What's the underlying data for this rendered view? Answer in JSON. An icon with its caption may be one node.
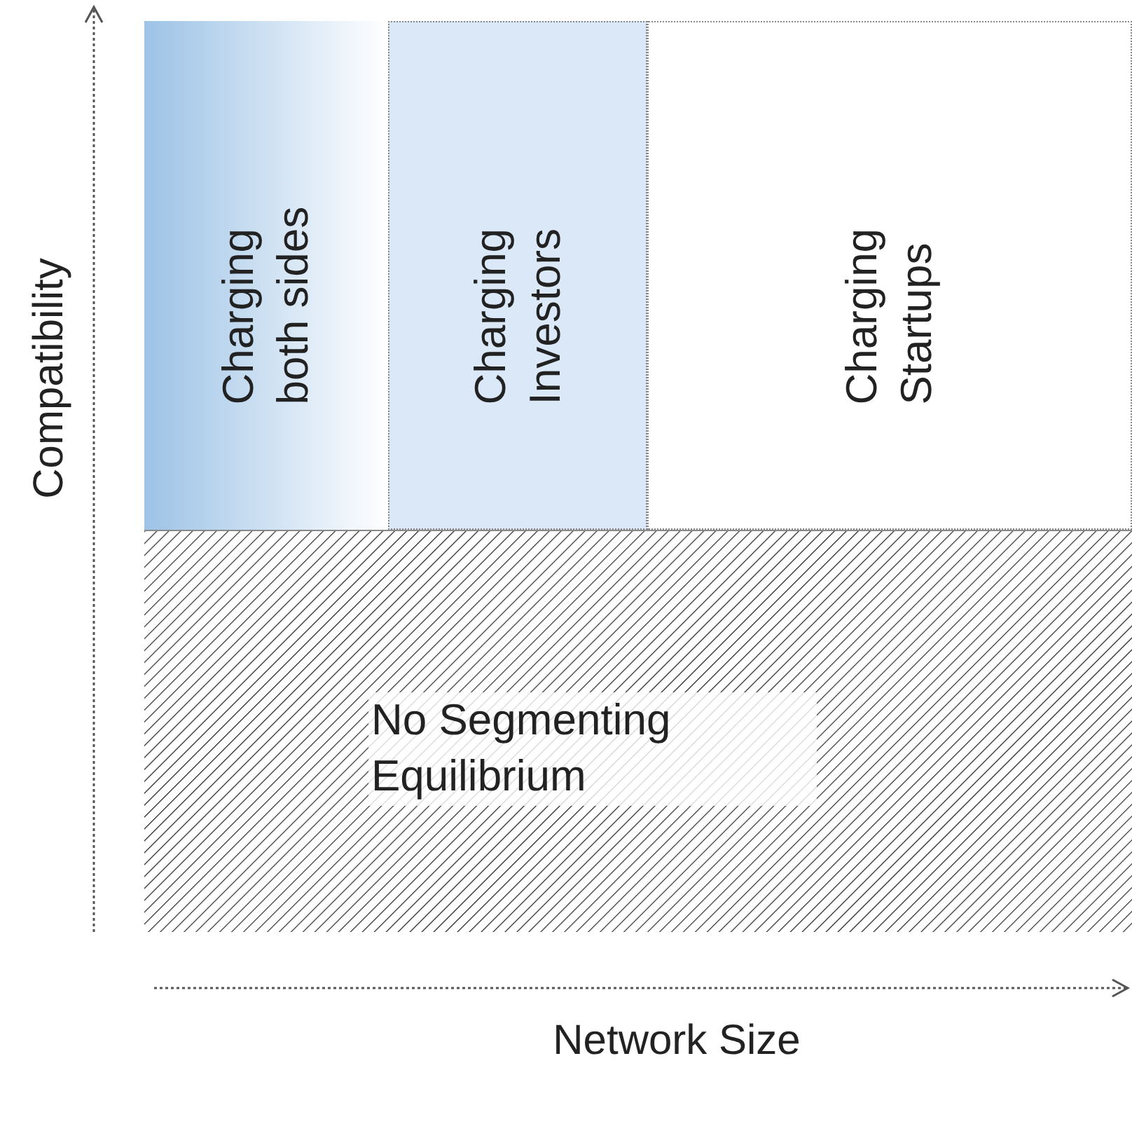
{
  "diagram": {
    "nodes": [
      {
        "text": [
          "Charging both sides"
        ]
      },
      {
        "text": [
          "Charging Investors"
        ]
      },
      {
        "text": [
          "Charging Startups"
        ]
      },
      {
        "text": [
          "No Segmenting Equilibrium"
        ]
      }
    ],
    "labels": [
      "Compatibility",
      "Network Size"
    ]
  }
}
